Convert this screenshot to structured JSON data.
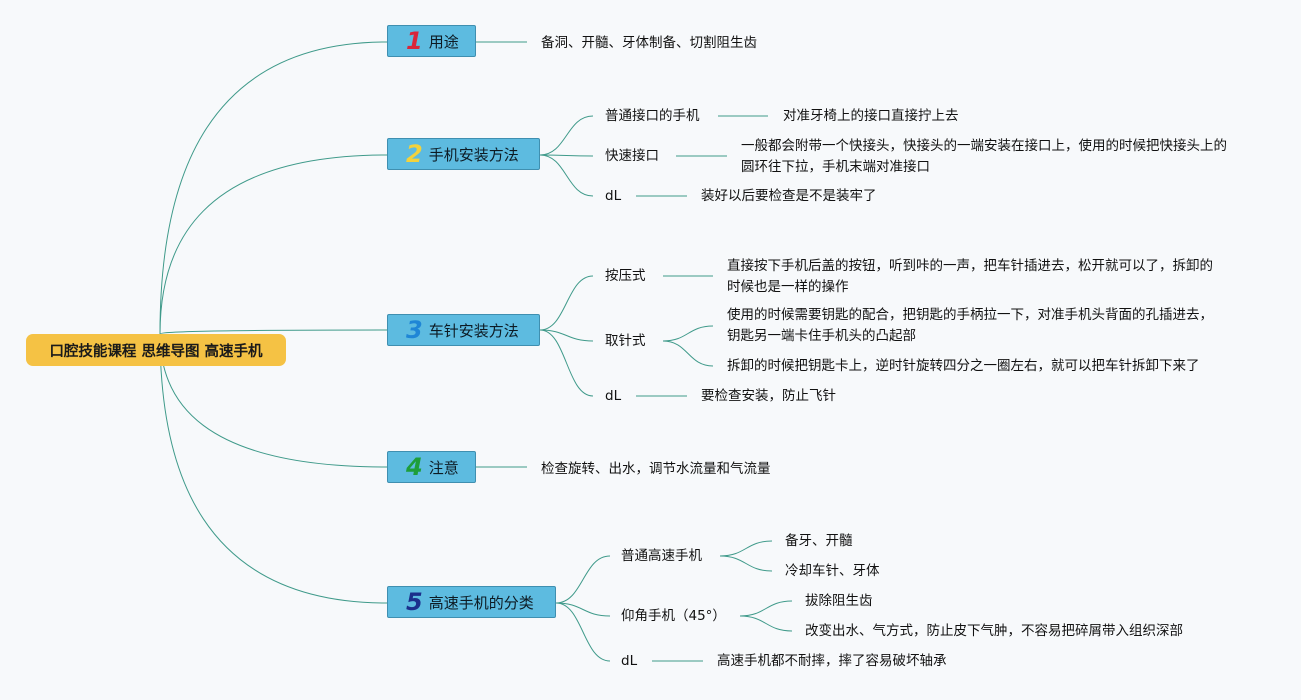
{
  "root": {
    "label": "口腔技能课程 思维导图 高速手机"
  },
  "colors": {
    "line": "#3f9a8a",
    "root_bg": "#f5c244",
    "branch_bg": "#5dbbe0"
  },
  "branches": [
    {
      "num": "1",
      "num_color": "#d9253a",
      "label": "用途",
      "detail": "备洞、开髓、牙体制备、切割阻生齿"
    },
    {
      "num": "2",
      "num_color": "#f3d23c",
      "label": "手机安装方法",
      "items": [
        {
          "label": "普通接口的手机",
          "detail": "对准牙椅上的接口直接拧上去"
        },
        {
          "label": "快速接口",
          "detail": "一般都会附带一个快接头，快接头的一端安装在接口上，使用的时候把快接头上的圆环往下拉，手机末端对准接口"
        },
        {
          "label": "dL",
          "detail": "装好以后要检查是不是装牢了"
        }
      ]
    },
    {
      "num": "3",
      "num_color": "#1f86d6",
      "label": "车针安装方法",
      "items": [
        {
          "label": "按压式",
          "detail": "直接按下手机后盖的按钮，听到咔的一声，把车针插进去，松开就可以了，拆卸的时候也是一样的操作"
        },
        {
          "label": "取针式",
          "details": [
            "使用的时候需要钥匙的配合，把钥匙的手柄拉一下，对准手机头背面的孔插进去，钥匙另一端卡住手机头的凸起部",
            "拆卸的时候把钥匙卡上，逆时针旋转四分之一圈左右，就可以把车针拆卸下来了"
          ]
        },
        {
          "label": "dL",
          "detail": "要检查安装，防止飞针"
        }
      ]
    },
    {
      "num": "4",
      "num_color": "#1e9e3a",
      "label": "注意",
      "detail": "检查旋转、出水，调节水流量和气流量"
    },
    {
      "num": "5",
      "num_color": "#1b2f8c",
      "label": "高速手机的分类",
      "items": [
        {
          "label": "普通高速手机",
          "details": [
            "备牙、开髓",
            "冷却车针、牙体"
          ]
        },
        {
          "label": "仰角手机（45°）",
          "details": [
            "拔除阻生齿",
            "改变出水、气方式，防止皮下气肿，不容易把碎屑带入组织深部"
          ]
        },
        {
          "label": "dL",
          "detail": "高速手机都不耐摔，摔了容易破坏轴承"
        }
      ]
    }
  ]
}
